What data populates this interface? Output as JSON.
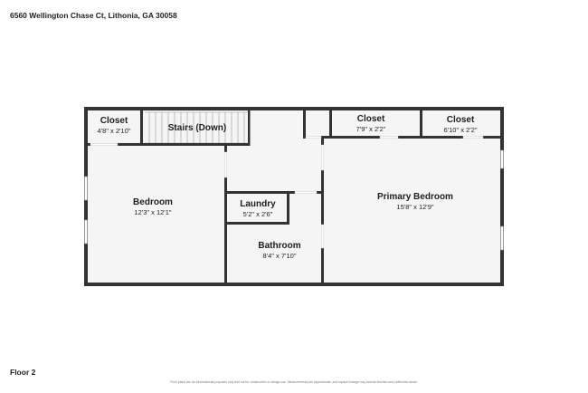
{
  "header": {
    "address": "6560 Wellington Chase Ct, Lithonia, GA 30058"
  },
  "footer": {
    "floor": "Floor 2",
    "disclaimer": "Floor plans are for informational purposes only and not for construction or design use. Measurements are approximate, and square footage may include finished and unfinished areas."
  },
  "rooms": {
    "closet_left": {
      "name": "Closet",
      "dims": "4'8\" x 2'10\""
    },
    "stairs": {
      "name": "Stairs (Down)"
    },
    "closet_mid": {
      "name": "Closet",
      "dims": "7'9\" x 2'2\""
    },
    "closet_right": {
      "name": "Closet",
      "dims": "6'10\" x 2'2\""
    },
    "bedroom": {
      "name": "Bedroom",
      "dims": "12'3\" x 12'1\""
    },
    "laundry": {
      "name": "Laundry",
      "dims": "5'2\" x 2'6\""
    },
    "bathroom": {
      "name": "Bathroom",
      "dims": "8'4\" x 7'10\""
    },
    "primary_bedroom": {
      "name": "Primary Bedroom",
      "dims": "15'8\" x 12'9\""
    }
  },
  "colors": {
    "wall": "#333333",
    "floor": "#f5f5f5",
    "window": "#ffffff"
  }
}
